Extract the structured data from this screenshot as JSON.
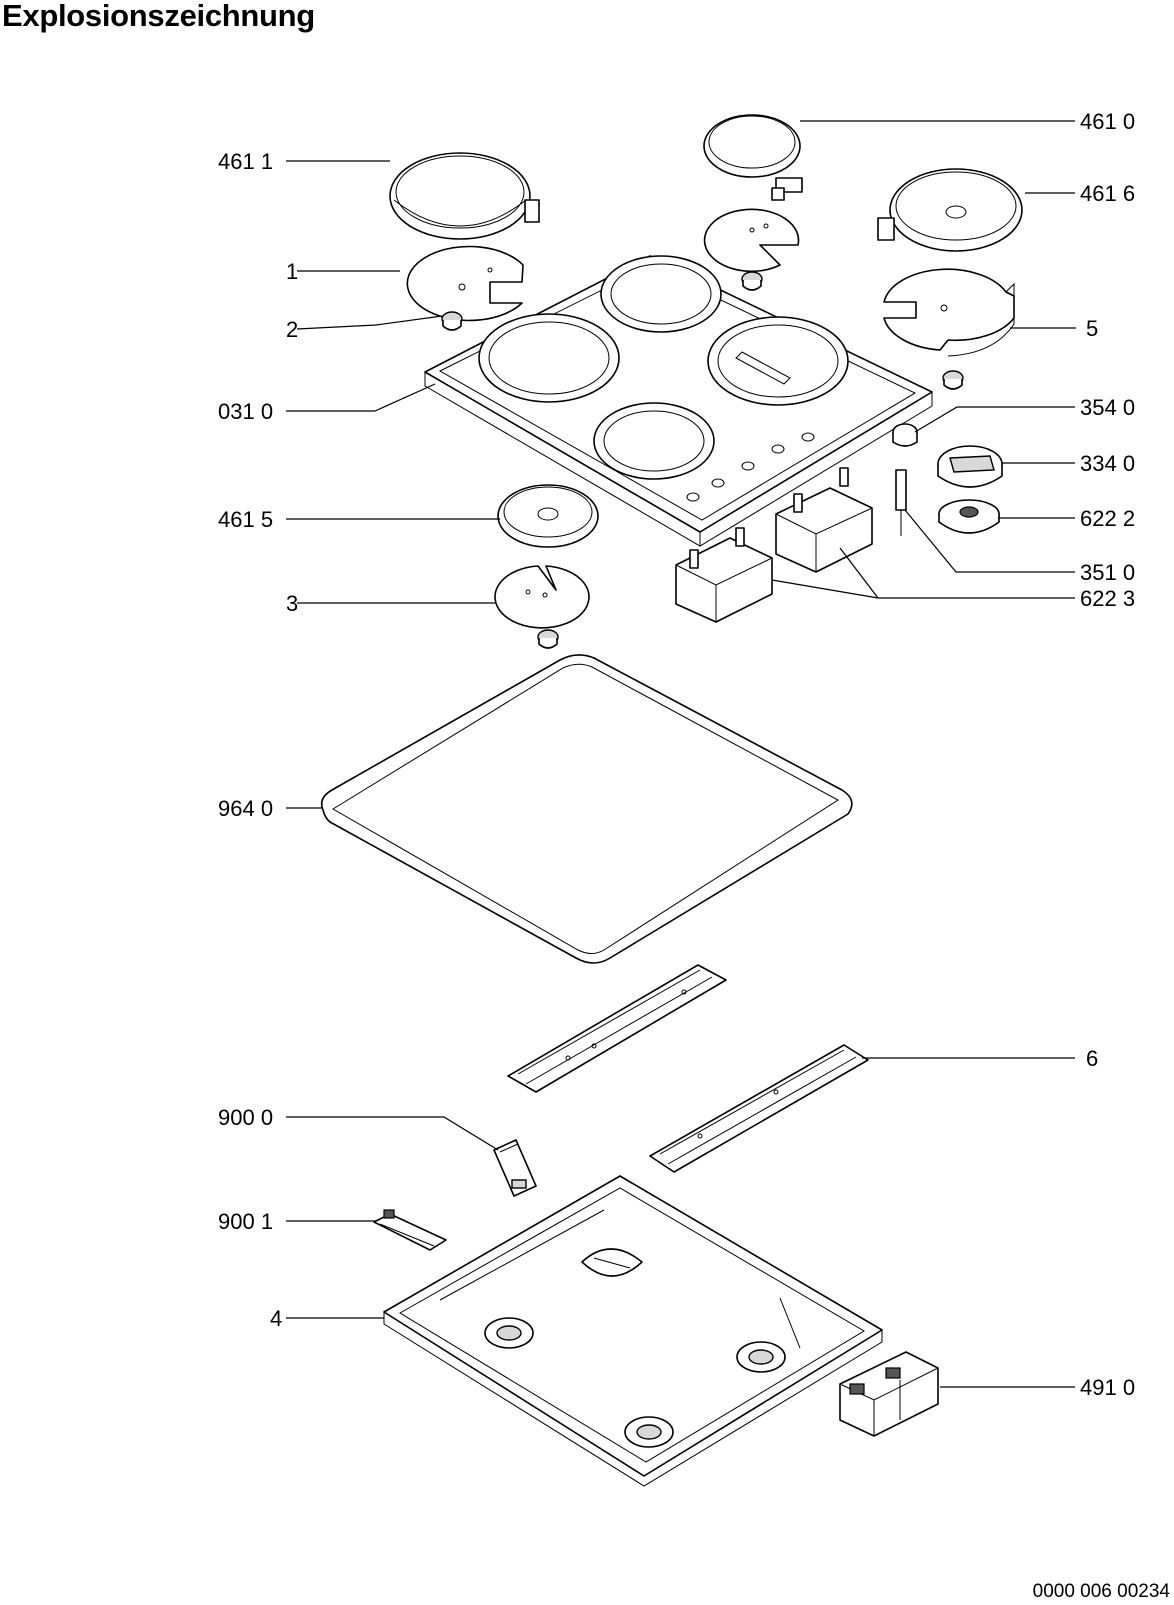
{
  "title": "Explosionszeichnung",
  "document_number": "0000 006 00234",
  "callouts": [
    {
      "id": "c-461-1",
      "text": "461 1"
    },
    {
      "id": "c-461-0",
      "text": "461 0"
    },
    {
      "id": "c-461-6",
      "text": "461 6"
    },
    {
      "id": "c-1",
      "text": "1"
    },
    {
      "id": "c-2",
      "text": "2"
    },
    {
      "id": "c-5",
      "text": "5"
    },
    {
      "id": "c-031-0",
      "text": "031 0"
    },
    {
      "id": "c-354-0",
      "text": "354 0"
    },
    {
      "id": "c-334-0",
      "text": "334 0"
    },
    {
      "id": "c-461-5",
      "text": "461 5"
    },
    {
      "id": "c-622-2",
      "text": "622 2"
    },
    {
      "id": "c-3",
      "text": "3"
    },
    {
      "id": "c-351-0",
      "text": "351 0"
    },
    {
      "id": "c-622-3",
      "text": "622 3"
    },
    {
      "id": "c-964-0",
      "text": "964 0"
    },
    {
      "id": "c-6",
      "text": "6"
    },
    {
      "id": "c-900-0",
      "text": "900 0"
    },
    {
      "id": "c-900-1",
      "text": "900 1"
    },
    {
      "id": "c-4",
      "text": "4"
    },
    {
      "id": "c-491-0",
      "text": "491 0"
    }
  ]
}
